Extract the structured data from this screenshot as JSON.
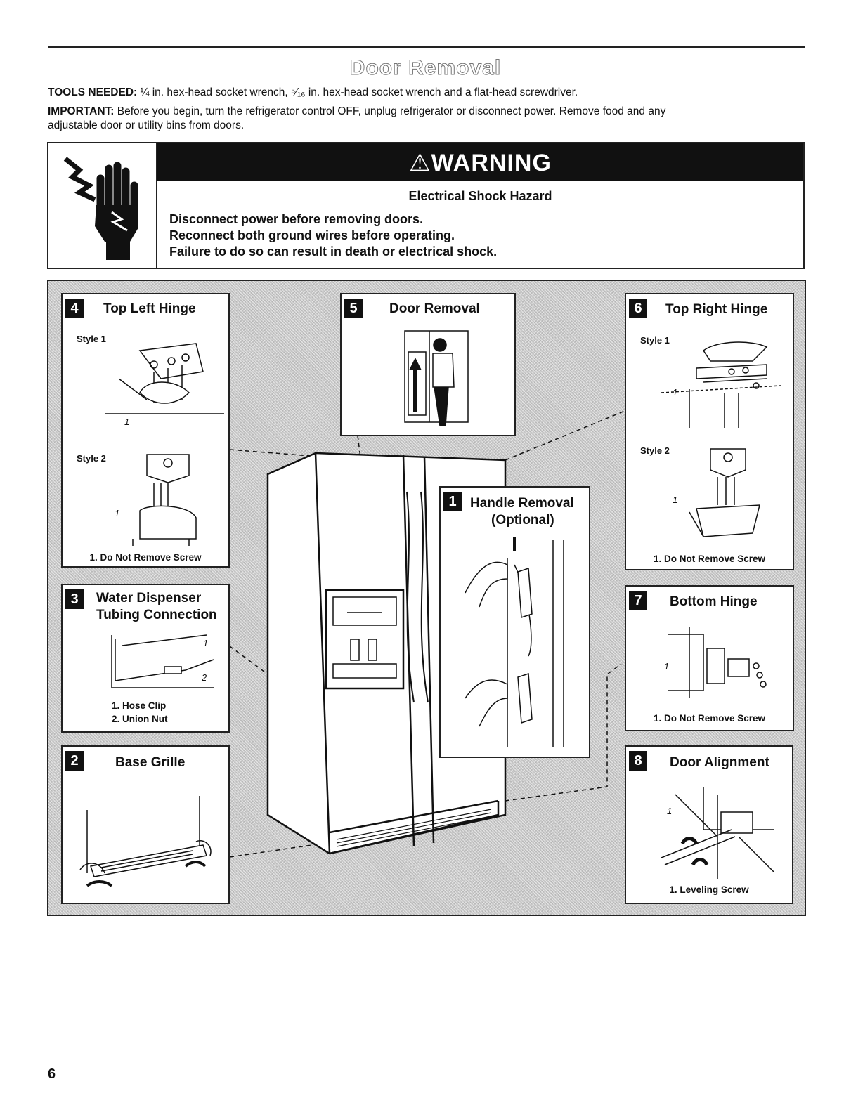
{
  "page": {
    "title": "Door Removal",
    "number": "6"
  },
  "tools": {
    "label": "TOOLS NEEDED:",
    "text": "¼ in. hex-head socket wrench, ⁵⁄₁₆ in. hex-head socket wrench and a flat-head screwdriver."
  },
  "important": {
    "label": "IMPORTANT:",
    "line1": "Before you begin, turn the refrigerator control OFF, unplug refrigerator or disconnect power. Remove food and any",
    "line2": "adjustable door or utility bins from doors."
  },
  "warning": {
    "banner": "⚠WARNING",
    "subtitle": "Electrical Shock Hazard",
    "lines": [
      "Disconnect power before removing doors.",
      "Reconnect both ground wires before operating.",
      "Failure to do so can result in death or electrical shock."
    ],
    "icon": "electrical-shock-hand-icon"
  },
  "steps": {
    "s4": {
      "num": "4",
      "title": "Top Left Hinge",
      "style1": "Style 1",
      "style2": "Style 2",
      "callout": "1",
      "caption": "1. Do Not Remove Screw"
    },
    "s5": {
      "num": "5",
      "title": "Door Removal"
    },
    "s6": {
      "num": "6",
      "title": "Top Right Hinge",
      "style1": "Style 1",
      "style2": "Style 2",
      "callout": "1",
      "caption": "1. Do Not Remove Screw"
    },
    "s3": {
      "num": "3",
      "title1": "Water Dispenser",
      "title2": "Tubing Connection",
      "callout1": "1",
      "callout2": "2",
      "caption1": "1. Hose Clip",
      "caption2": "2. Union Nut"
    },
    "s1": {
      "num": "1",
      "title1": "Handle Removal",
      "title2": "(Optional)"
    },
    "s7": {
      "num": "7",
      "title": "Bottom Hinge",
      "callout": "1",
      "caption": "1. Do Not Remove Screw"
    },
    "s2": {
      "num": "2",
      "title": "Base Grille"
    },
    "s8": {
      "num": "8",
      "title": "Door Alignment",
      "callout": "1",
      "caption": "1. Leveling Screw"
    }
  }
}
